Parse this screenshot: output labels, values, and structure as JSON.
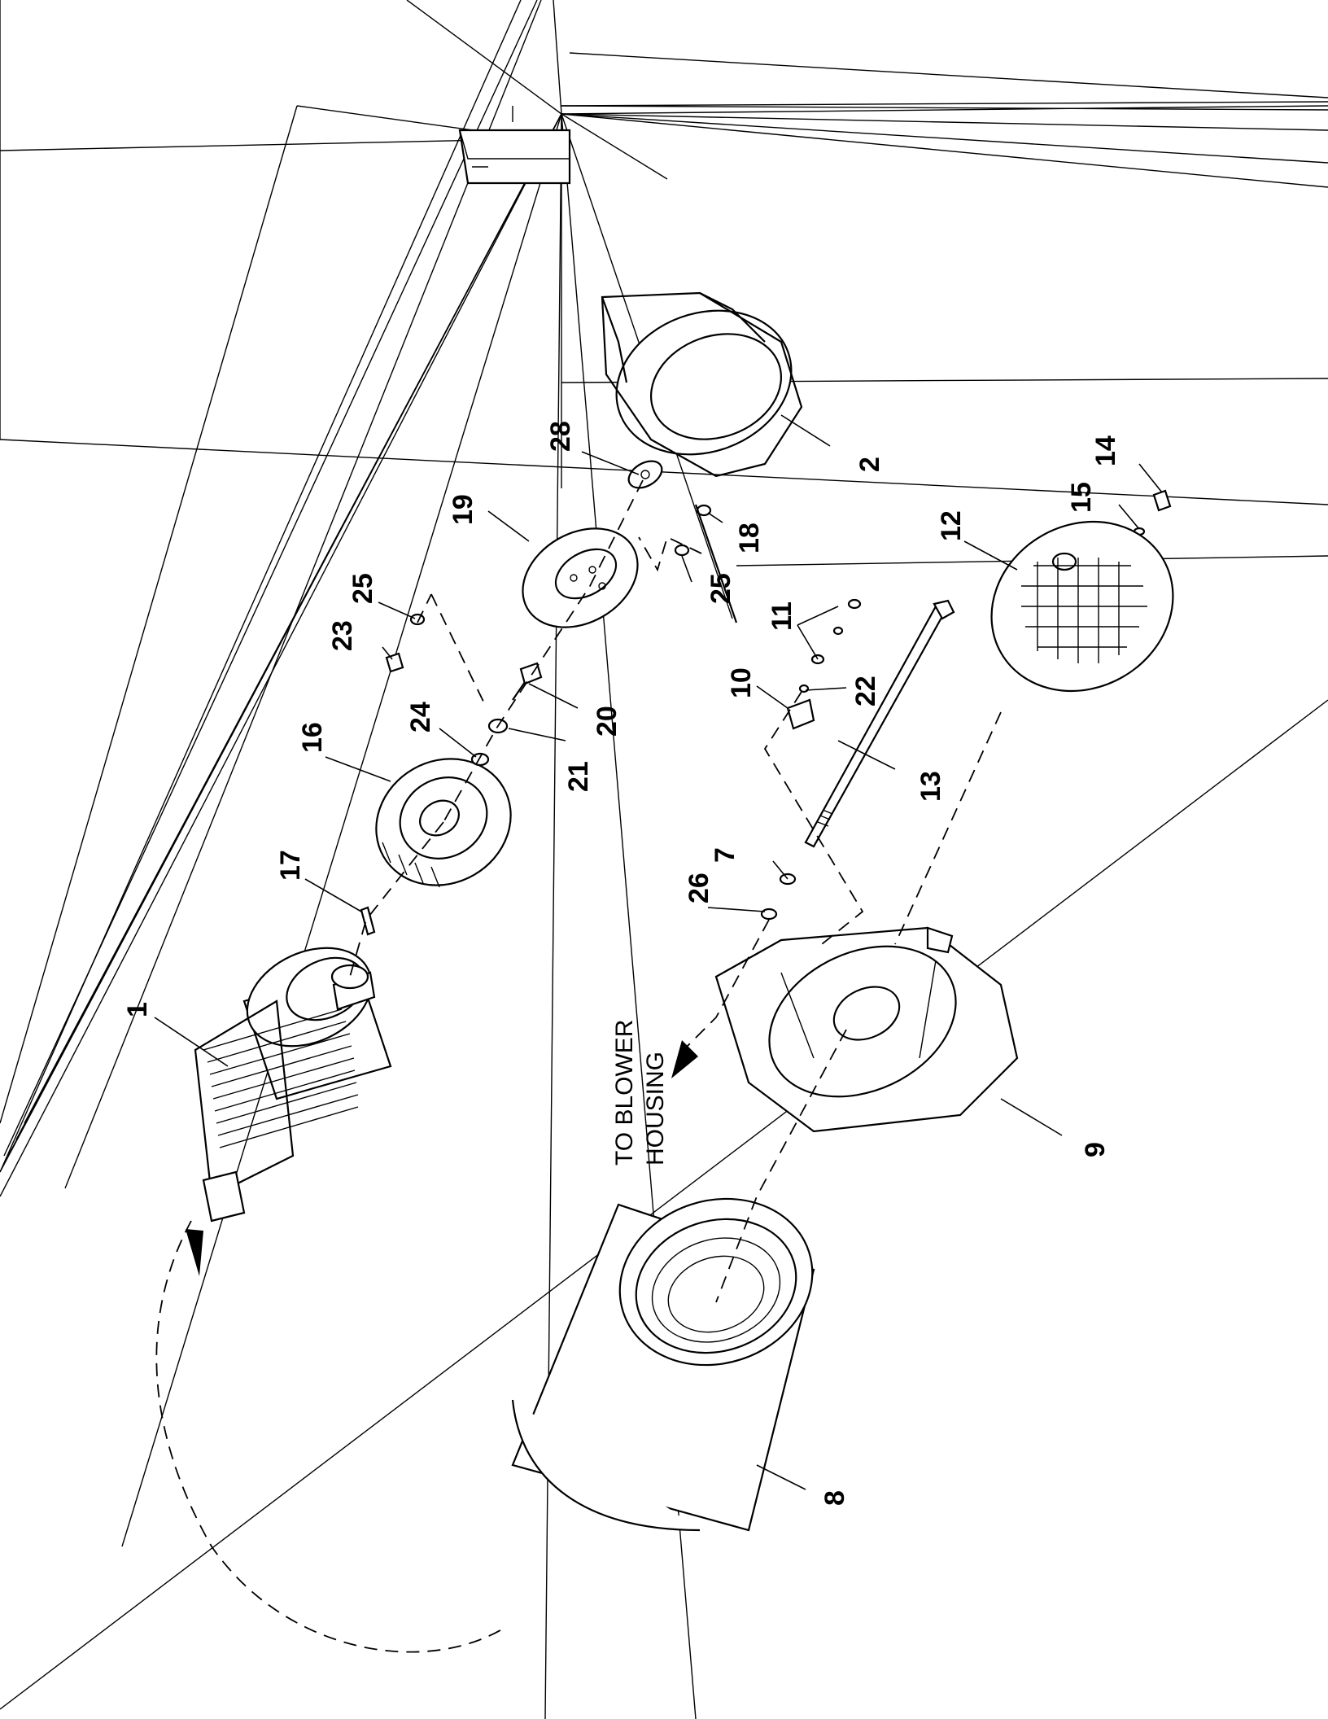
{
  "diagram": {
    "callouts": [
      {
        "id": "callout-1",
        "text": "1"
      },
      {
        "id": "callout-2",
        "text": "2"
      },
      {
        "id": "callout-7",
        "text": "7"
      },
      {
        "id": "callout-8",
        "text": "8"
      },
      {
        "id": "callout-9",
        "text": "9"
      },
      {
        "id": "callout-10",
        "text": "10"
      },
      {
        "id": "callout-11",
        "text": "11"
      },
      {
        "id": "callout-12",
        "text": "12"
      },
      {
        "id": "callout-13",
        "text": "13"
      },
      {
        "id": "callout-14",
        "text": "14"
      },
      {
        "id": "callout-15",
        "text": "15"
      },
      {
        "id": "callout-16",
        "text": "16"
      },
      {
        "id": "callout-17",
        "text": "17"
      },
      {
        "id": "callout-18",
        "text": "18"
      },
      {
        "id": "callout-19",
        "text": "19"
      },
      {
        "id": "callout-20",
        "text": "20"
      },
      {
        "id": "callout-21",
        "text": "21"
      },
      {
        "id": "callout-22",
        "text": "22"
      },
      {
        "id": "callout-23",
        "text": "23"
      },
      {
        "id": "callout-24",
        "text": "24"
      },
      {
        "id": "callout-25a",
        "text": "25"
      },
      {
        "id": "callout-25b",
        "text": "25"
      },
      {
        "id": "callout-26",
        "text": "26"
      },
      {
        "id": "callout-28",
        "text": "28"
      }
    ],
    "note_line1": "TO BLOWER",
    "note_line2": "HOUSING"
  }
}
